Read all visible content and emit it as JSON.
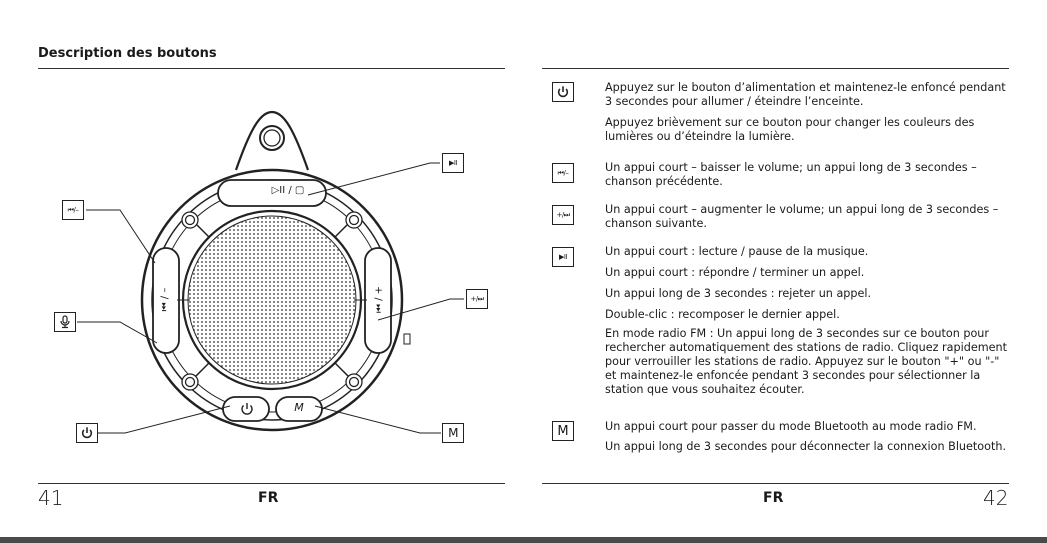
{
  "left_page": {
    "heading": "Description des boutons",
    "page_number": "41",
    "language": "FR",
    "callouts": {
      "prev_label": "⏮/–",
      "play_label": "▶II",
      "next_label": "+/⏭",
      "mode_label": "M"
    },
    "speaker_labels": {
      "top": "▷II / ▢",
      "left": "⏮ / –",
      "right": "+ / ⏭",
      "bottom_right": "M"
    }
  },
  "right_page": {
    "page_number": "42",
    "language": "FR",
    "icons": {
      "prev_label": "⏮/–",
      "next_label": "+/⏭",
      "play_label": "▶II",
      "mode_label": "M"
    },
    "descriptions": {
      "power": [
        "Appuyez sur le bouton d’alimentation et maintenez-le enfoncé pendant 3 secondes pour allumer / éteindre l’enceinte.",
        "Appuyez brièvement sur ce bouton pour changer les couleurs des lumières ou d’éteindre la lumière."
      ],
      "prev": [
        "Un appui court – baisser le volume; un appui long de 3 secondes – chanson précédente."
      ],
      "next": [
        "Un appui court – augmenter le volume; un appui long de 3 secondes – chanson suivante."
      ],
      "play": [
        "Un appui court : lecture / pause de la musique.",
        "Un appui court : répondre / terminer un appel.",
        "Un appui long de 3 secondes : rejeter un appel.",
        "Double-clic : recomposer le dernier appel.",
        "En mode radio FM : Un appui long de 3 secondes sur ce bouton pour rechercher automatiquement des stations de radio. Cliquez rapidement pour verrouiller les stations de radio. Appuyez sur le bouton \"+\" ou \"-\" et maintenez-le enfoncée pendant 3 secondes pour sélectionner la station que vous souhaitez écouter."
      ],
      "mode": [
        "Un appui court pour passer du mode Bluetooth au mode radio FM.",
        "Un appui long de 3 secondes pour déconnecter la connexion Bluetooth."
      ]
    }
  }
}
